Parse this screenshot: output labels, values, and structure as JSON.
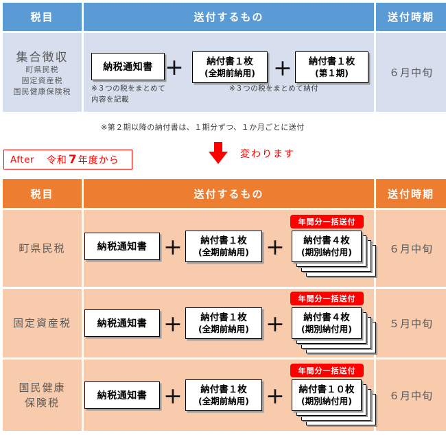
{
  "shared": {
    "plus": "+"
  },
  "colors": {
    "header_blue": "#5B9BD5",
    "row_blue": "#D7DEEE",
    "header_orange": "#ED7D31",
    "row_orange": "#F8CBAD",
    "accent_red": "#FF0000"
  },
  "before_table": {
    "header": {
      "tax": "税目",
      "items": "送付するもの",
      "timing": "送付時期"
    },
    "row": {
      "tax_main": "集合徴収",
      "tax_sub1": "町県民税",
      "tax_sub2": "固定資産税",
      "tax_sub3": "国民健康保険税",
      "box1": "納税通知書",
      "box2_line1": "納付書１枚",
      "box2_line2": "(全期前納用)",
      "box3_line1": "納付書１枚",
      "box3_line2": "(第１期)",
      "note_box1_line1": "※３つの税をまとめて",
      "note_box1_line2": "内容を記載",
      "note_box23": "※３つの税をまとめて納付",
      "timing": "６月中旬"
    }
  },
  "middle": {
    "note": "※第２期以降の納付書は、１期分ずつ、１か月ごとに送付",
    "after_label": "After",
    "after_era": "令和",
    "after_year": "7",
    "after_suffix": "年度から",
    "changes": "変わります"
  },
  "after_table": {
    "header": {
      "tax": "税目",
      "items": "送付するもの",
      "timing": "送付時期"
    },
    "rows": [
      {
        "tax_line1": "町県民税",
        "tax_line2": "",
        "box1": "納税通知書",
        "box2_line1": "納付書１枚",
        "box2_line2": "(全期前納用)",
        "badge": "年間分一括送付",
        "box3_line1": "納付書４枚",
        "box3_line2": "(期別納付用)",
        "timing": "６月中旬"
      },
      {
        "tax_line1": "固定資産税",
        "tax_line2": "",
        "box1": "納税通知書",
        "box2_line1": "納付書１枚",
        "box2_line2": "(全期前納用)",
        "badge": "年間分一括送付",
        "box3_line1": "納付書４枚",
        "box3_line2": "(期別納付用)",
        "timing": "５月中旬"
      },
      {
        "tax_line1": "国民健康",
        "tax_line2": "保険税",
        "box1": "納税通知書",
        "box2_line1": "納付書１枚",
        "box2_line2": "(全期前納用)",
        "badge": "年間分一括送付",
        "box3_line1": "納付書１０枚",
        "box3_line2": "(期別納付用)",
        "timing": "６月中旬"
      }
    ]
  }
}
